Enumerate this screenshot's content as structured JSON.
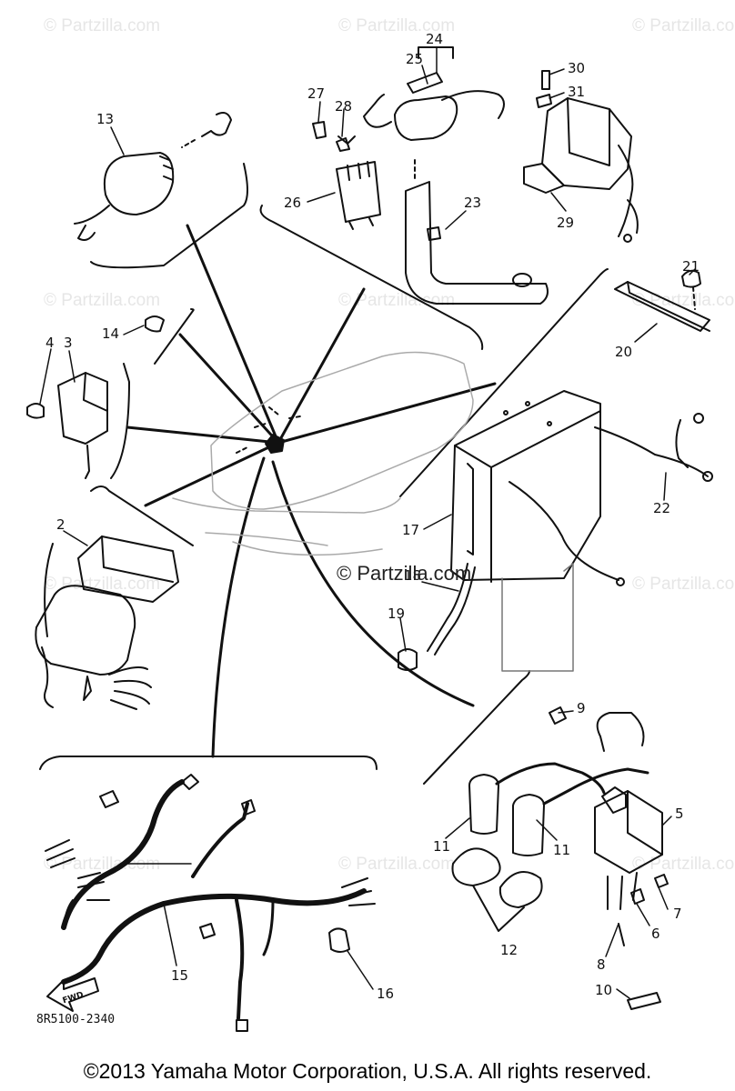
{
  "watermark": "© Partzilla.com",
  "watermark_center": "© Partzilla.com",
  "part_code": "8R5100-2340",
  "copyright": "©2013  Yamaha Motor Corporation, U.S.A. All rights reserved.",
  "fwd_label": "FWD",
  "callouts": {
    "n2": "2",
    "n3": "3",
    "n4": "4",
    "n5": "5",
    "n6": "6",
    "n7": "7",
    "n8": "8",
    "n9": "9",
    "n10": "10",
    "n11a": "11",
    "n11b": "11",
    "n12": "12",
    "n13": "13",
    "n14": "14",
    "n15": "15",
    "n16": "16",
    "n17": "17",
    "n18": "18",
    "n19": "19",
    "n20": "20",
    "n21": "21",
    "n22": "22",
    "n23": "23",
    "n24": "24",
    "n25": "25",
    "n26": "26",
    "n27": "27",
    "n28": "28",
    "n29": "29",
    "n30": "30",
    "n31": "31"
  }
}
